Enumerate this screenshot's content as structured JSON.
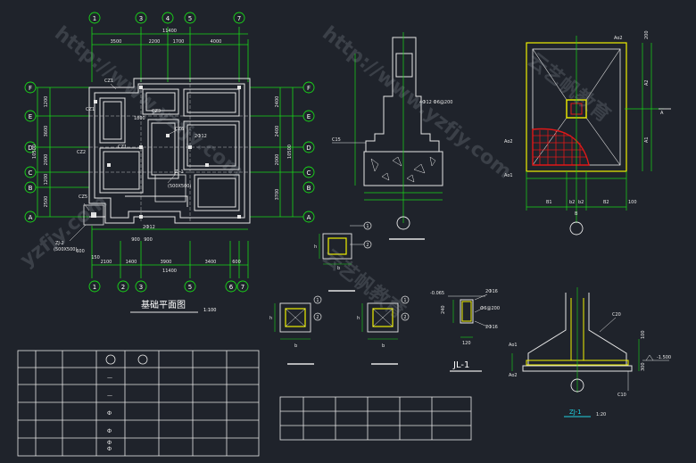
{
  "colors": {
    "background": "#1f232b",
    "grid_green": "#18d818",
    "wall_white": "#e6e6e6",
    "yellow": "#f0f000",
    "red": "#e01818",
    "cyan": "#20d0e0",
    "magenta": "#d040d0"
  },
  "plan": {
    "title": "基础平面图",
    "scale": "1:100",
    "top_axes": [
      "1",
      "3",
      "4",
      "5",
      "7"
    ],
    "bottom_axes": [
      "1",
      "2",
      "3",
      "5",
      "6",
      "7"
    ],
    "left_axes": [
      "F",
      "E",
      "D",
      "C",
      "B",
      "A"
    ],
    "right_axes": [
      "F",
      "E",
      "D",
      "C",
      "B",
      "A"
    ],
    "top_overall": "11400",
    "top_dims": [
      "3500",
      "2200",
      "1700",
      "4000"
    ],
    "bottom_overall": "11400",
    "bottom_dims": [
      "2100",
      "1400",
      "3900",
      "3400",
      "600"
    ],
    "bottom_small": [
      "600",
      "150",
      "900",
      "900"
    ],
    "left_overall": "10500",
    "left_dims": [
      "1200",
      "3600",
      "2000",
      "1200",
      "2500"
    ],
    "right_overall": "10500",
    "right_dims": [
      "2400",
      "2400",
      "2000",
      "3700"
    ],
    "labels": [
      "CZ1",
      "CZ1",
      "CZ1",
      "CZ2",
      "CZ3",
      "CZ5",
      "CZ6",
      "ZJ-1",
      "(500X500)",
      "ZJ-2",
      "(500X500)",
      "1800",
      "2Ф12",
      "2Ф12"
    ]
  },
  "section_wall": {
    "rebar_note": "4Ф12 Ф6@200",
    "concrete": "C15"
  },
  "footing_plan": {
    "dims_bottom": [
      "B1",
      "b2",
      "b2",
      "B2",
      "100"
    ],
    "dims_right": [
      "A2",
      "A1",
      "200"
    ],
    "label_b": "B",
    "label_a": "A",
    "notes": [
      "Ao2",
      "Ao1",
      "Ao2"
    ]
  },
  "column_sections": {
    "labels": [
      "h",
      "b",
      "h",
      "b",
      "h",
      "b"
    ],
    "callouts": [
      "1",
      "2",
      "1",
      "2",
      "1",
      "2"
    ]
  },
  "beam_section": {
    "elevation": "-0.065",
    "label": "JL-1",
    "rebars": [
      "2Ф16",
      "Ф6@200",
      "2Ф16"
    ],
    "dims": [
      "240",
      "120"
    ]
  },
  "footing_section": {
    "label": "ZJ-1",
    "scale": "1:20",
    "notes": [
      "C20",
      "C10",
      "Ao1",
      "Ao2"
    ],
    "elevation": "-1.500",
    "dims": [
      "100",
      "300"
    ]
  },
  "table_left": {
    "symbols": [
      "—",
      "—",
      "Ф",
      "Ф",
      "Ф",
      "Ф"
    ]
  },
  "watermark": {
    "texts": [
      "http://www.yzfjy.com",
      "http://www.yzfjy.com",
      "云艺帆教育",
      "yzfjy.com",
      "云艺帆教育"
    ]
  }
}
